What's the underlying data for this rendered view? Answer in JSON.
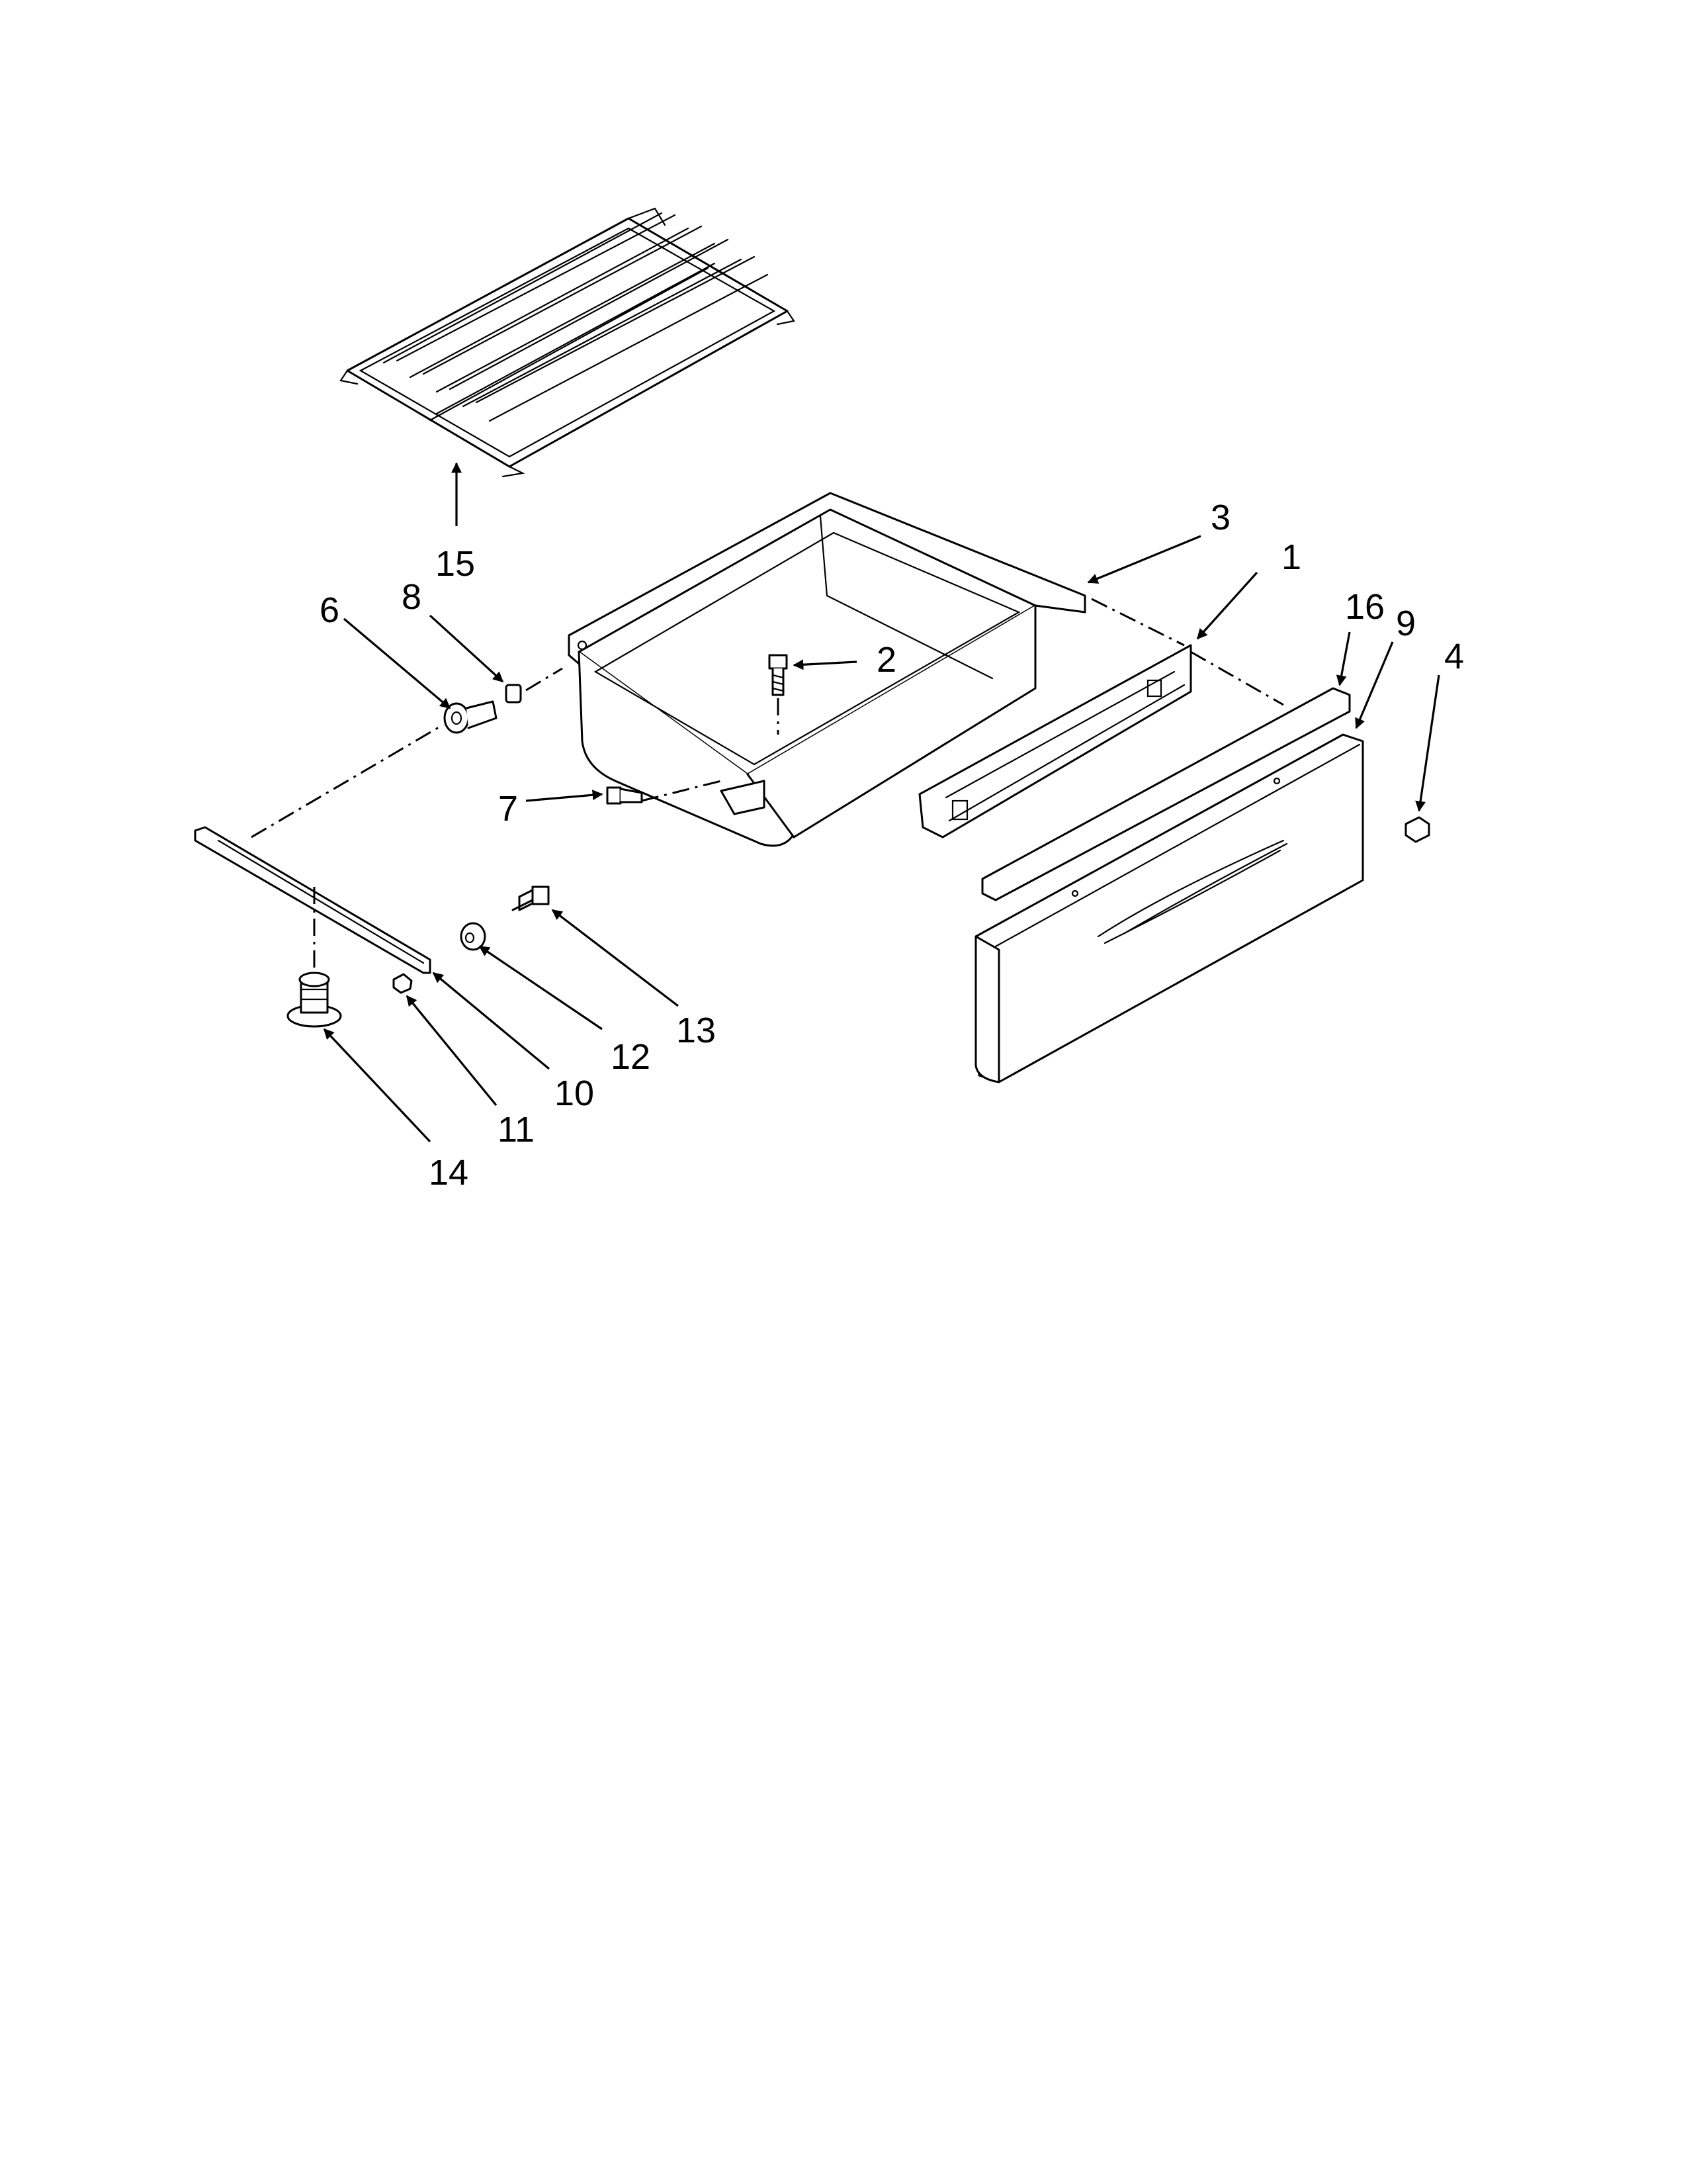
{
  "callouts": {
    "c1": "1",
    "c2": "2",
    "c3": "3",
    "c4": "4",
    "c6": "6",
    "c7": "7",
    "c8": "8",
    "c9": "9",
    "c10": "10",
    "c11": "11",
    "c12": "12",
    "c13": "13",
    "c14": "14",
    "c15": "15",
    "c16": "16"
  }
}
